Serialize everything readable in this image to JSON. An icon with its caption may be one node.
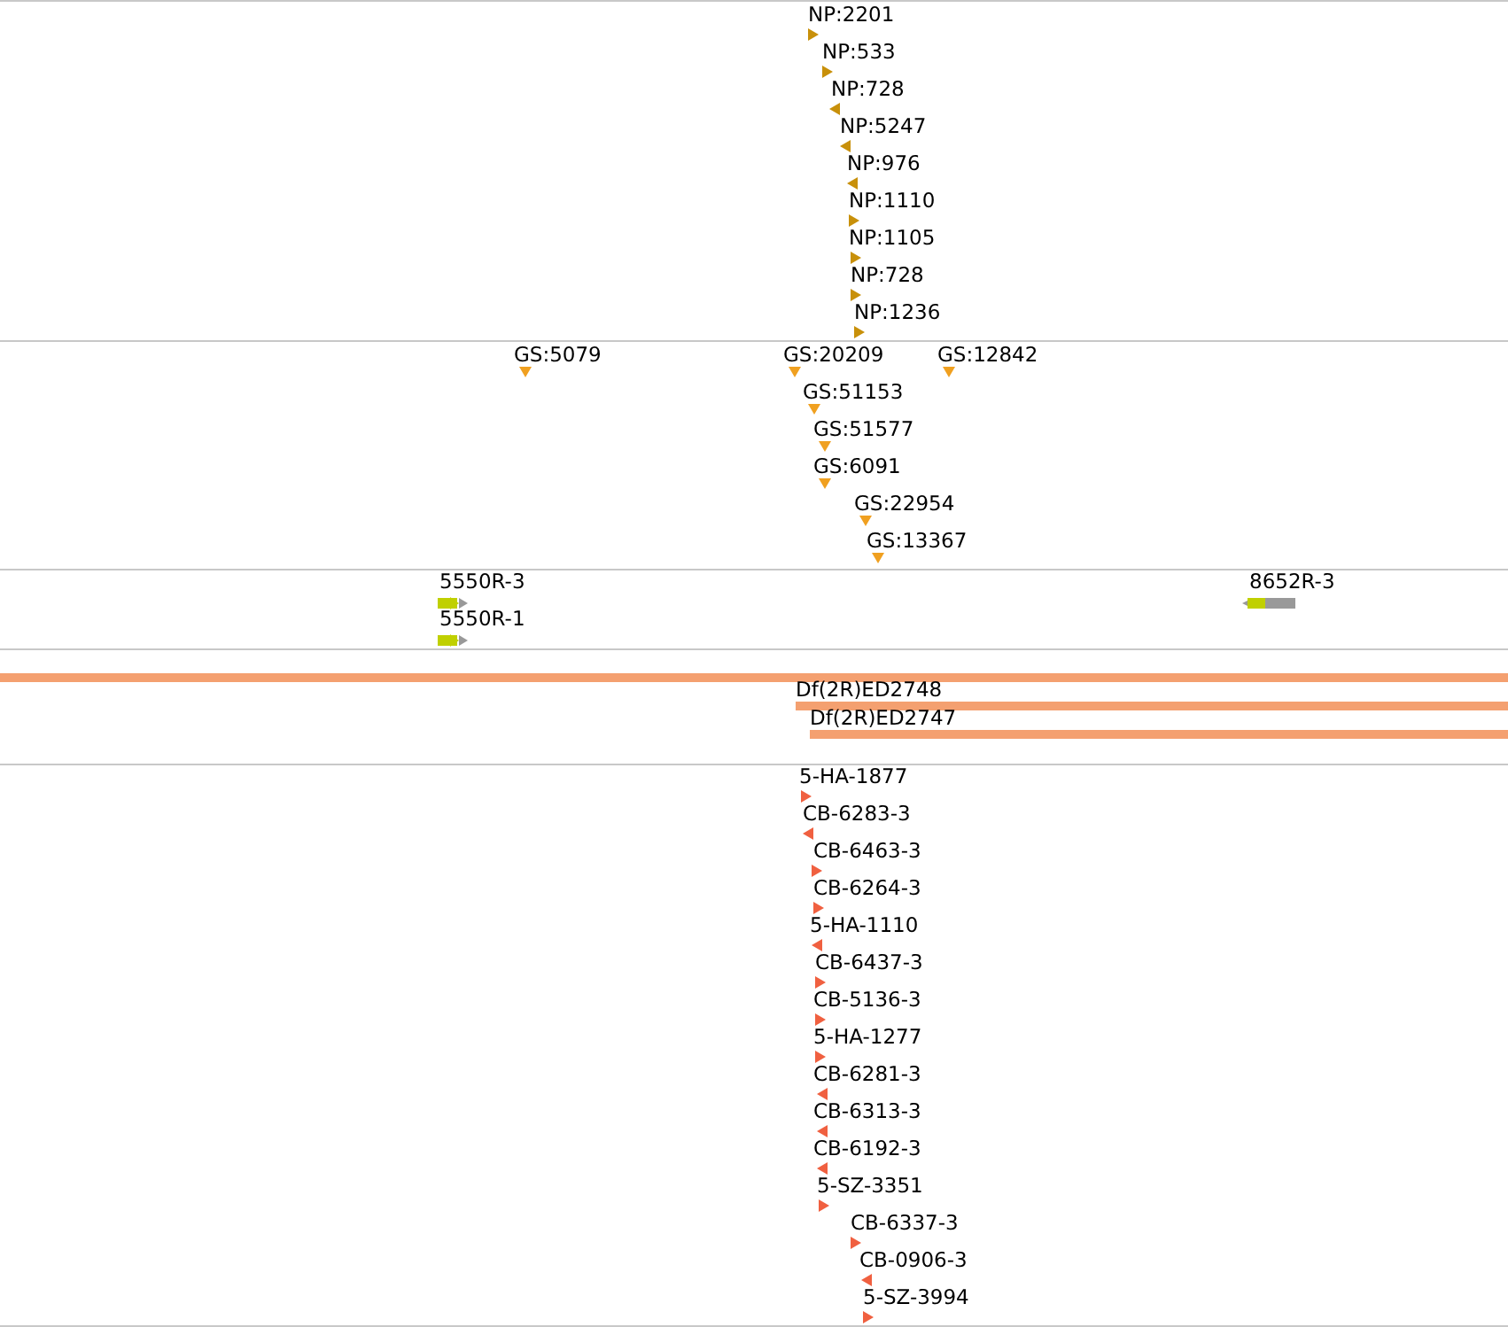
{
  "diagram": {
    "nodes": [
      {
        "text": [
          "NP:2201"
        ]
      },
      {
        "text": [
          "NP:533"
        ]
      },
      {
        "text": [
          "NP:728"
        ]
      },
      {
        "text": [
          "NP:5247"
        ]
      },
      {
        "text": [
          "NP:976"
        ]
      },
      {
        "text": [
          "NP:1110"
        ]
      },
      {
        "text": [
          "NP:1105"
        ]
      },
      {
        "text": [
          "NP:728"
        ]
      },
      {
        "text": [
          "NP:1236"
        ]
      },
      {
        "text": [
          "GS:5079"
        ]
      },
      {
        "text": [
          "GS:20209"
        ]
      },
      {
        "text": [
          "GS:12842"
        ]
      },
      {
        "text": [
          "GS:51153"
        ]
      },
      {
        "text": [
          "GS:51577"
        ]
      },
      {
        "text": [
          "GS:6091"
        ]
      },
      {
        "text": [
          "GS:22954"
        ]
      },
      {
        "text": [
          "GS:13367"
        ]
      },
      {
        "text": [
          "5550R-3"
        ]
      },
      {
        "text": [
          "8652R-3"
        ]
      },
      {
        "text": [
          "5550R-1"
        ]
      },
      {
        "text": [],
        "shape": "bar"
      },
      {
        "text": [
          "Df(2R)ED2748"
        ]
      },
      {
        "text": [
          "Df(2R)ED2747"
        ]
      },
      {
        "text": [
          "5-HA-1877"
        ]
      },
      {
        "text": [
          "CB-6283-3"
        ]
      },
      {
        "text": [
          "CB-6463-3"
        ]
      },
      {
        "text": [
          "CB-6264-3"
        ]
      },
      {
        "text": [
          "5-HA-1110"
        ]
      },
      {
        "text": [
          "CB-6437-3"
        ]
      },
      {
        "text": [
          "CB-5136-3"
        ]
      },
      {
        "text": [
          "5-HA-1277"
        ]
      },
      {
        "text": [
          "CB-6281-3"
        ]
      },
      {
        "text": [
          "CB-6313-3"
        ]
      },
      {
        "text": [
          "CB-6192-3"
        ]
      },
      {
        "text": [
          "5-SZ-3351"
        ]
      },
      {
        "text": [
          "CB-6337-3"
        ]
      },
      {
        "text": [
          "CB-0906-3"
        ]
      },
      {
        "text": [
          "5-SZ-3994"
        ]
      }
    ],
    "edges": []
  }
}
